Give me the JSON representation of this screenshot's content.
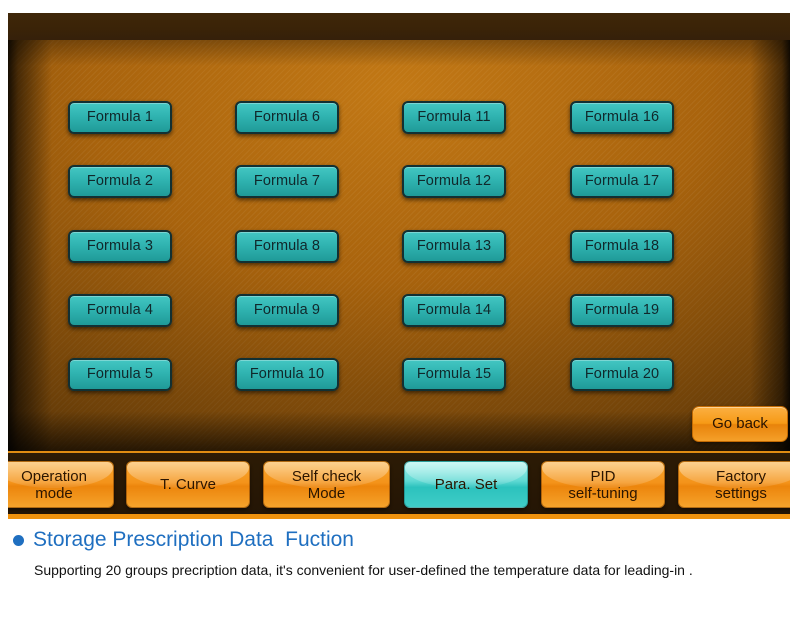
{
  "panel": {
    "title_bar": "",
    "formulas": [
      "Formula 1",
      "Formula 6",
      "Formula 11",
      "Formula 16",
      "Formula 2",
      "Formula 7",
      "Formula 12",
      "Formula 17",
      "Formula 3",
      "Formula 8",
      "Formula 13",
      "Formula 18",
      "Formula 4",
      "Formula 9",
      "Formula 14",
      "Formula 19",
      "Formula 5",
      "Formula 10",
      "Formula 15",
      "Formula 20"
    ],
    "go_back_label": "Go back",
    "toolbar": {
      "buttons": [
        {
          "label": "Operation\nmode",
          "name": "toolbar-operation-mode",
          "state": "normal"
        },
        {
          "label": "T. Curve",
          "name": "toolbar-t-curve",
          "state": "normal"
        },
        {
          "label": "Self check\nMode",
          "name": "toolbar-self-check-mode",
          "state": "normal"
        },
        {
          "label": "Para. Set",
          "name": "toolbar-para-set",
          "state": "selected"
        },
        {
          "label": "PID\nself-tuning",
          "name": "toolbar-pid-self-tuning",
          "state": "normal"
        },
        {
          "label": "Factory\nsettings",
          "name": "toolbar-factory-settings",
          "state": "normal"
        }
      ]
    }
  },
  "caption": {
    "heading": "Storage Prescription Data  Fuction",
    "body": "Supporting 20 groups precription data, it's convenient for user-defined the temperature data for leading-in ."
  },
  "colors": {
    "formula_button": "#31b5b2",
    "toolbar_orange": "#f4931a",
    "toolbar_selected_cyan": "#2cc2bd",
    "screen_orange": "#a8630d",
    "title_band_brown": "#3a2308",
    "caption_blue": "#1f6fc0",
    "go_back_orange": "#f79a16"
  }
}
